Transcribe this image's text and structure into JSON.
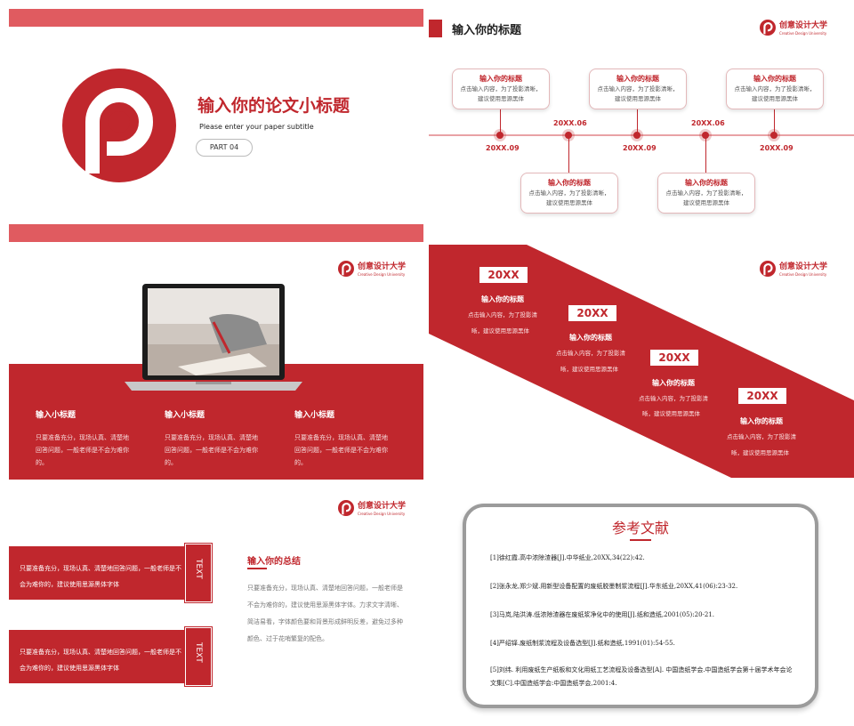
{
  "brand": {
    "name": "创意设计大学",
    "sub": "Creative Design University"
  },
  "slide1": {
    "title": "输入你的论文小标题",
    "subtitle": "Please enter your paper subtitle",
    "part": "PART 04"
  },
  "slide2": {
    "header": "输入你的标题",
    "dates": [
      "20XX.09",
      "20XX.06",
      "20XX.09",
      "20XX.06",
      "20XX.09"
    ],
    "cards": [
      {
        "title": "输入你的标题",
        "desc": "点击输入内容，为了投影清晰，建议使用思源黑体"
      },
      {
        "title": "输入你的标题",
        "desc": "点击输入内容，为了投影清晰，建议使用思源黑体"
      },
      {
        "title": "输入你的标题",
        "desc": "点击输入内容，为了投影清晰，建议使用思源黑体"
      },
      {
        "title": "输入你的标题",
        "desc": "点击输入内容，为了投影清晰，建议使用思源黑体"
      },
      {
        "title": "输入你的标题",
        "desc": "点击输入内容，为了投影清晰，建议使用思源黑体"
      }
    ]
  },
  "slide3": {
    "columns": [
      {
        "title": "输入小标题",
        "desc": "只要准备充分，现场认真、清楚地回答问题，一般老师是不会为难你的。"
      },
      {
        "title": "输入小标题",
        "desc": "只要准备充分，现场认真、清楚地回答问题，一般老师是不会为难你的。"
      },
      {
        "title": "输入小标题",
        "desc": "只要准备充分，现场认真、清楚地回答问题，一般老师是不会为难你的。"
      }
    ]
  },
  "slide4": {
    "steps": [
      {
        "year": "20XX",
        "title": "输入你的标题",
        "desc1": "点击输入内容，为了投影清",
        "desc2": "晰，建议使用思源黑体"
      },
      {
        "year": "20XX",
        "title": "输入你的标题",
        "desc1": "点击输入内容，为了投影清",
        "desc2": "晰，建议使用思源黑体"
      },
      {
        "year": "20XX",
        "title": "输入你的标题",
        "desc1": "点击输入内容，为了投影清",
        "desc2": "晰，建议使用思源黑体"
      },
      {
        "year": "20XX",
        "title": "输入你的标题",
        "desc1": "点击输入内容，为了投影清",
        "desc2": "晰，建议使用思源黑体"
      }
    ]
  },
  "slide5": {
    "boxes": [
      {
        "text": "只要准备充分，现场认真、清楚地回答问题，一般老师是不会为难你的，建议使用思源黑体字体",
        "tab": "TEXT"
      },
      {
        "text": "只要准备充分，现场认真、清楚地回答问题，一般老师是不会为难你的，建议使用思源黑体字体",
        "tab": "TEXT"
      }
    ],
    "summary_title": "输入你的总结",
    "summary_text": "只要准备充分，现场认真、清楚地回答问题，一般老师是不会为难你的，建议使用思源黑体字体。力求文字清晰、简洁易看，字体颜色要和背景形成鲜明反差，避免过多种颜色、过于花哨繁复的配色。"
  },
  "slide6": {
    "title": "参考文献",
    "refs": [
      "[1]徐红霞.高中浓除渣器[J].中华纸业,20XX,34(22):42.",
      "[2]张永龙,郑少斌.用新型设备配置的废纸脱墨制浆流程[J].华东纸业,20XX,41(06):23-32.",
      "[3]马岚,陆洪涛.低浓除渣器在废纸浆净化中的使用[J].纸和造纸,2001(05):20-21.",
      "[4]严绍铎.废纸制浆流程及设备选型[J].纸和造纸,1991(01):54-55.",
      "[5]刘纬. 利用废纸生产纸板和文化用纸工艺流程及设备选型[A]. 中国造纸学会.中国造纸学会第十届学术年会论文集[C].中国造纸学会:中国造纸学会,2001:4."
    ]
  },
  "colors": {
    "accent": "#c0272d",
    "band": "#e05b60"
  }
}
